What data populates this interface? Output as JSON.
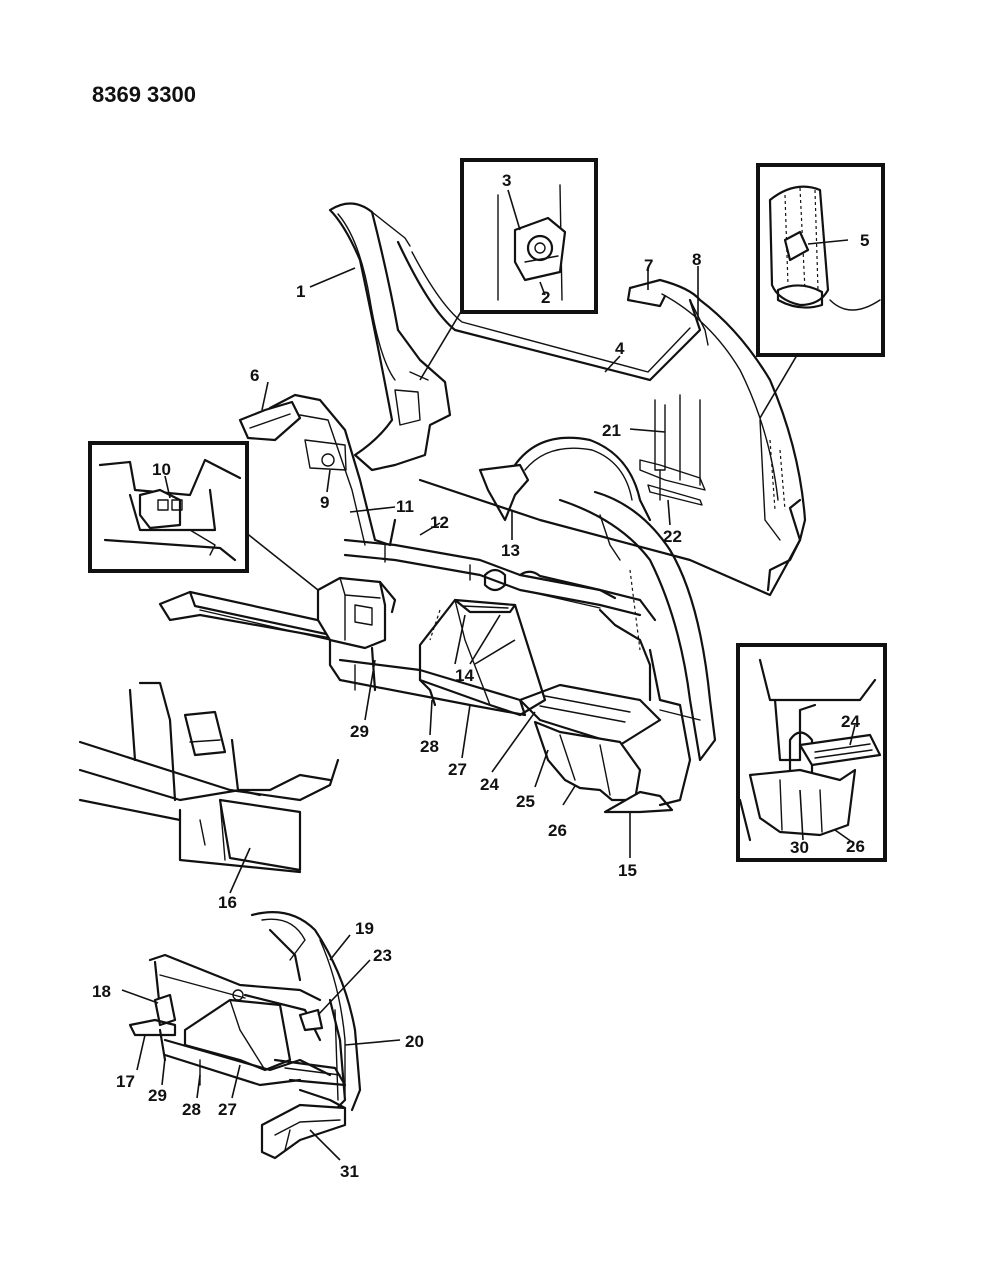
{
  "document_number": "8369 3300",
  "callouts": {
    "c1": "1",
    "c2": "2",
    "c3": "3",
    "c4": "4",
    "c5": "5",
    "c6": "6",
    "c7": "7",
    "c8": "8",
    "c9": "9",
    "c10": "10",
    "c11": "11",
    "c12": "12",
    "c13": "13",
    "c14": "14",
    "c15": "15",
    "c16": "16",
    "c17": "17",
    "c18": "18",
    "c19": "19",
    "c20": "20",
    "c21": "21",
    "c22": "22",
    "c23": "23",
    "c24a": "24",
    "c24b": "24",
    "c25": "25",
    "c26a": "26",
    "c26b": "26",
    "c27a": "27",
    "c27b": "27",
    "c28a": "28",
    "c28b": "28",
    "c29a": "29",
    "c29b": "29",
    "c30": "30",
    "c31": "31"
  }
}
